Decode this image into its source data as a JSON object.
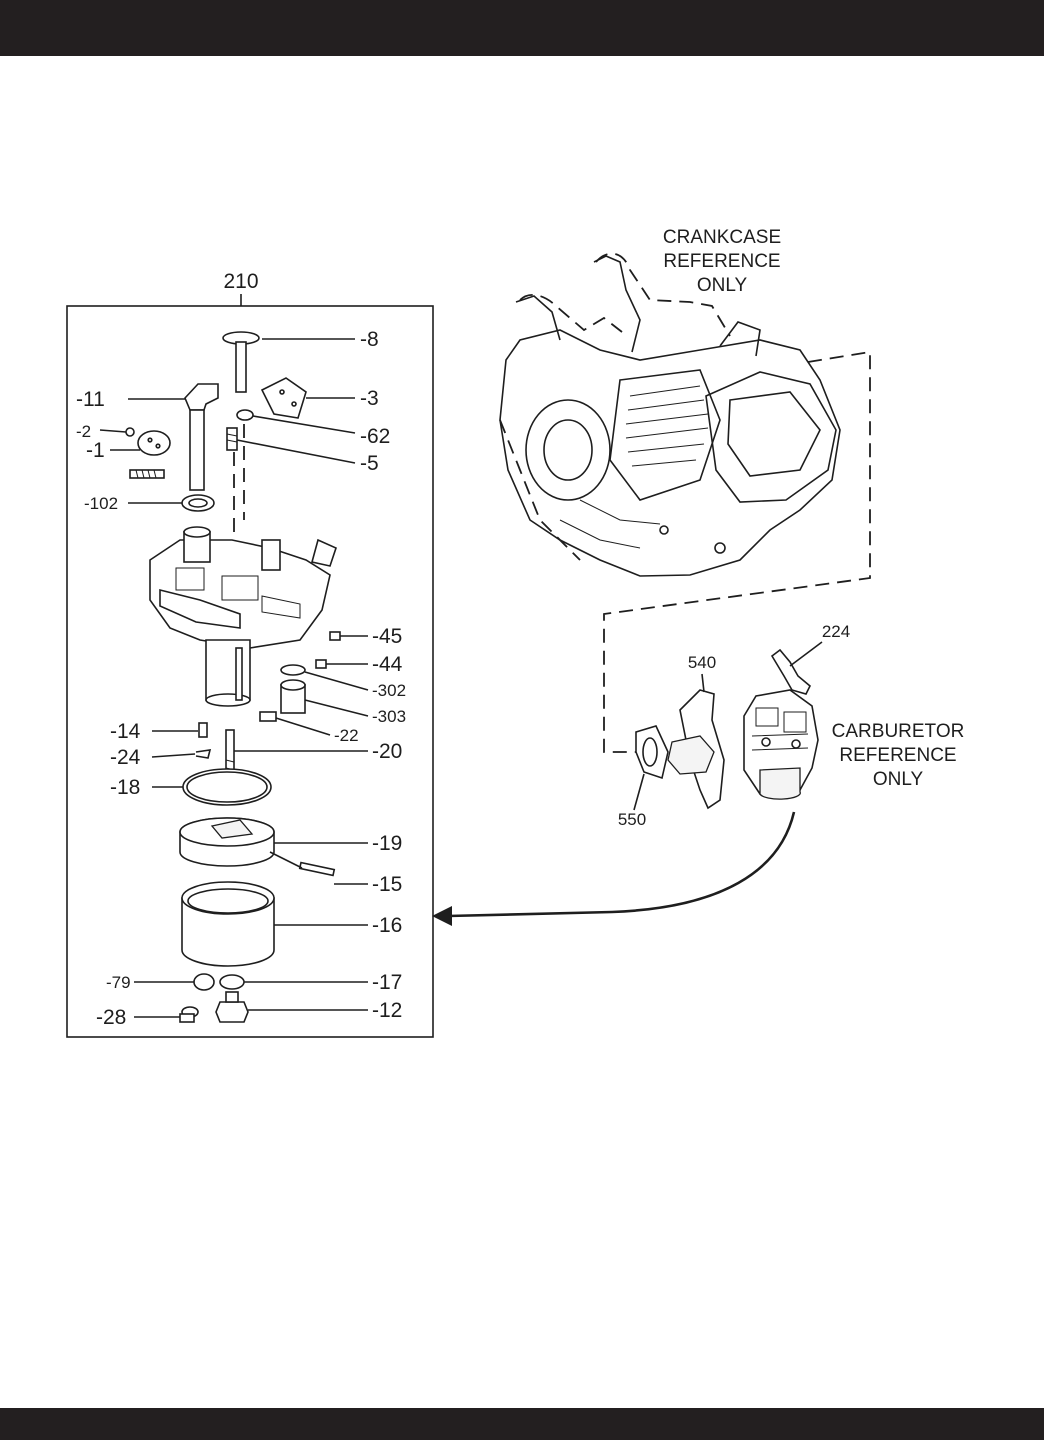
{
  "assembly_number": "210",
  "callouts": {
    "c8": "-8",
    "c3": "-3",
    "c11": "-11",
    "c62": "-62",
    "c2": "-2",
    "c5": "-5",
    "c1": "-1",
    "c102": "-102",
    "c45": "-45",
    "c44": "-44",
    "c302": "-302",
    "c303": "-303",
    "c22": "-22",
    "c14": "-14",
    "c20": "-20",
    "c24": "-24",
    "c18": "-18",
    "c19": "-19",
    "c15": "-15",
    "c16": "-16",
    "c79": "-79",
    "c17": "-17",
    "c28": "-28",
    "c12": "-12"
  },
  "crankcase_note": [
    "CRANKCASE",
    "REFERENCE",
    "ONLY"
  ],
  "carburetor_note": [
    "CARBURETOR",
    "REFERENCE",
    "ONLY"
  ],
  "engine_callouts": {
    "p224": "224",
    "p540": "540",
    "p550": "550"
  }
}
